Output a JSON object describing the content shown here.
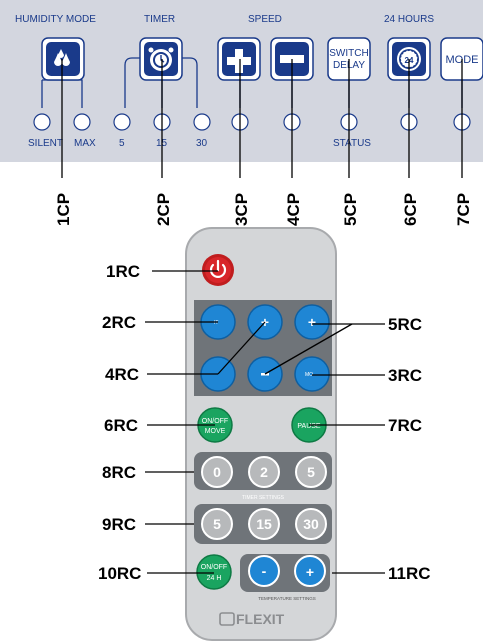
{
  "panel": {
    "headers": {
      "humidity": "HUMIDITY MODE",
      "timer": "TIMER",
      "speed": "SPEED",
      "hours24": "24 HOURS"
    },
    "buttons": {
      "switch_line1": "SWITCH",
      "switch_line2": "DELAY",
      "mode": "MODE",
      "clock24": "24"
    },
    "led_labels": {
      "silent": "SILENT",
      "max": "MAX",
      "t5": "5",
      "t15": "15",
      "t30": "30",
      "status": "STATUS"
    },
    "callouts": [
      "1CP",
      "2CP",
      "3CP",
      "4CP",
      "5CP",
      "6CP",
      "7CP"
    ]
  },
  "remote": {
    "callouts": {
      "rc1": "1RC",
      "rc2": "2RC",
      "rc3": "3RC",
      "rc4": "4RC",
      "rc5": "5RC",
      "rc6": "6RC",
      "rc7": "7RC",
      "rc8": "8RC",
      "rc9": "9RC",
      "rc10": "10RC",
      "rc11": "11RC"
    },
    "buttons": {
      "onoff_move_1": "ON/OFF",
      "onoff_move_2": "MOVE",
      "pause": "PAUSE",
      "t0": "0",
      "t2": "2",
      "t5": "5",
      "s5": "5",
      "s15": "15",
      "s30": "30",
      "onoff24_1": "ON/OFF",
      "onoff24_2": "24 H",
      "minus": "-",
      "plus": "+"
    },
    "timer_settings": "TIMER SETTINGS",
    "temperature_settings": "TEMPERATURE SETTINGS",
    "brand": "FLEXIT"
  }
}
